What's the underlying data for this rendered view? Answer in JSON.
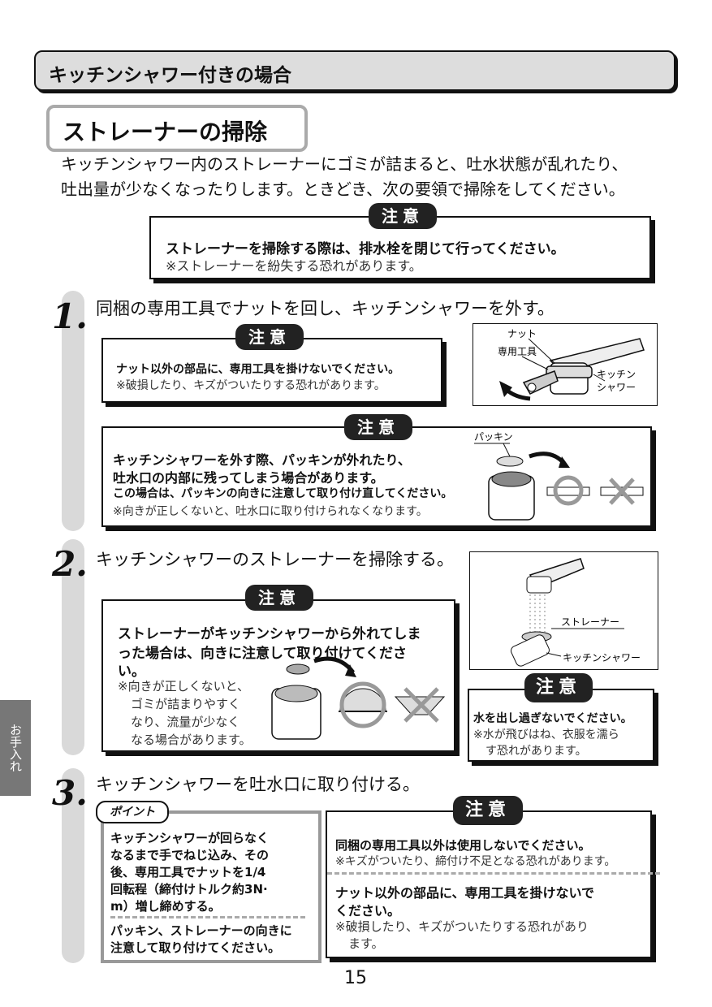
{
  "section_title": "キッチンシャワー付きの場合",
  "subsection_title": "ストレーナーの掃除",
  "intro": [
    "キッチンシャワー内のストレーナーにゴミが詰まると、吐水状態が乱れたり、",
    "吐出量が少なくなったりします。ときどき、次の要領で掃除をしてください。"
  ],
  "caution_label": "注意",
  "top_caution": {
    "bold": "ストレーナーを掃除する際は、排水栓を閉じて行ってください。",
    "note": "※ストレーナーを紛失する恐れがあります。"
  },
  "step1": {
    "num": "1.",
    "title": "同梱の専用工具でナットを回し、キッチンシャワーを外す。",
    "caution_a": {
      "bold": "ナット以外の部品に、専用工具を掛けないでください。",
      "note": "※破損したり、キズがついたりする恐れがあります。"
    },
    "figure_labels": {
      "nut": "ナット",
      "tool": "専用工具",
      "shower1": "キッチン",
      "shower2": "シャワー"
    },
    "caution_b": {
      "bold1": "キッチンシャワーを外す際、パッキンが外れたり、",
      "bold2": "吐水口の内部に残ってしまう場合があります。",
      "bold3": "この場合は、パッキンの向きに注意して取り付け直してください。",
      "note": "※向きが正しくないと、吐水口に取り付けられなくなります。"
    },
    "packing_label": "パッキン"
  },
  "step2": {
    "num": "2.",
    "title": "キッチンシャワーのストレーナーを掃除する。",
    "caution_a": {
      "bold1": "ストレーナーがキッチンシャワーから外れてしま",
      "bold2": "った場合は、向きに注意して取り付けてくださ",
      "bold3": "い。",
      "note": [
        "※向きが正しくないと、",
        "ゴミが詰まりやすく",
        "なり、流量が少なく",
        "なる場合があります。"
      ]
    },
    "figure_labels": {
      "strainer": "ストレーナー",
      "shower": "キッチンシャワー"
    },
    "caution_b": {
      "bold": "水を出し過ぎないでください。",
      "note1": "※水が飛びはね、衣服を濡ら",
      "note2": "す恐れがあります。"
    }
  },
  "step3": {
    "num": "3.",
    "title": "キッチンシャワーを吐水口に取り付ける。",
    "point_label": "ポイント",
    "point_text": [
      "キッチンシャワーが回らなく",
      "なるまで手でねじ込み、その",
      "後、専用工具でナットを1/4",
      "回転程（締付けトルク約3N·",
      "m）増し締めする。"
    ],
    "point_text2": [
      "パッキン、ストレーナーの向きに",
      "注意して取り付けてください。"
    ],
    "caution": {
      "bold1": "同梱の専用工具以外は使用しないでください。",
      "note1": "※キズがついたり、締付け不足となる恐れがあります。",
      "bold2": "ナット以外の部品に、専用工具を掛けないで",
      "bold3": "ください。",
      "note2": "※破損したり、キズがついたりする恐れがあり",
      "note3": "ます。"
    }
  },
  "side_tab": "お手入れ",
  "page_number": "15"
}
